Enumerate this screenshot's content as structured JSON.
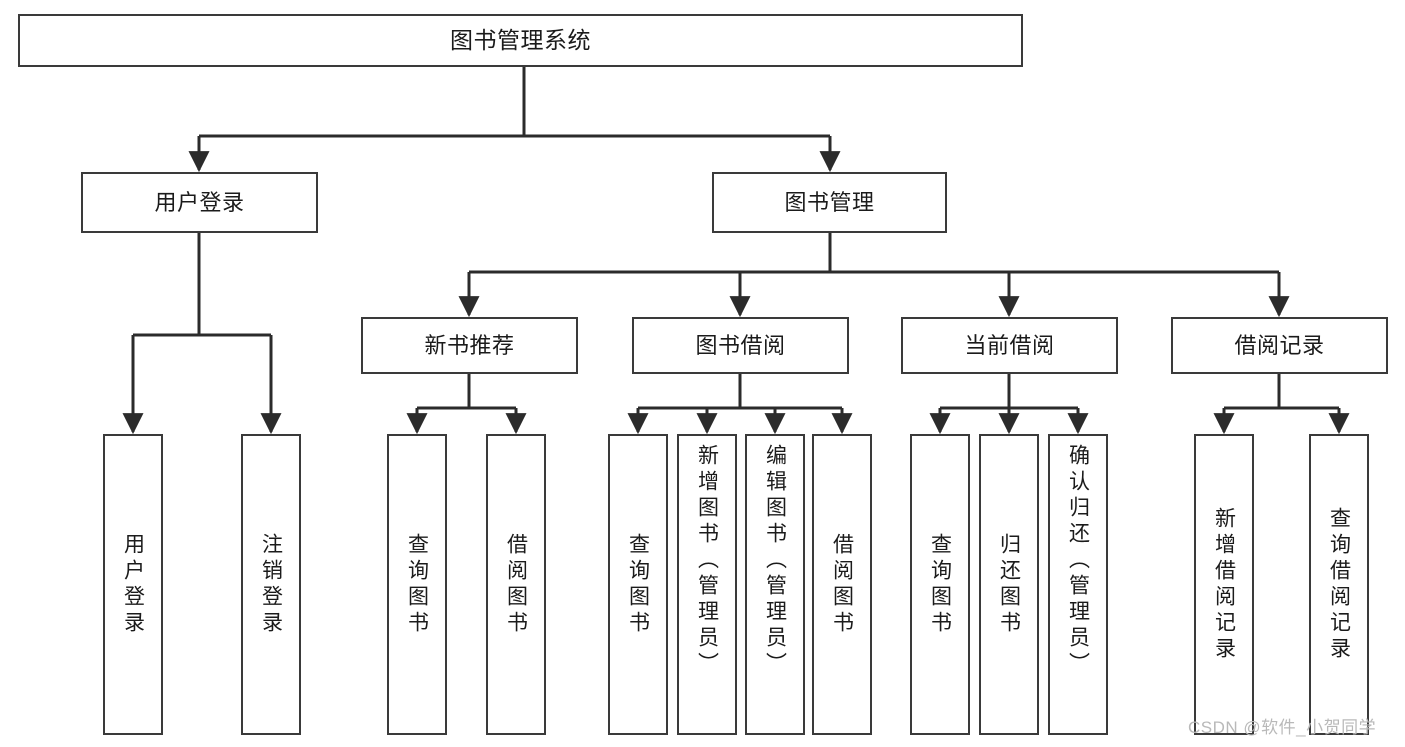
{
  "diagram": {
    "type": "tree",
    "title": "图书管理系统",
    "root": {
      "label": "图书管理系统"
    },
    "level2": [
      {
        "label": "用户登录"
      },
      {
        "label": "图书管理"
      }
    ],
    "level3": [
      {
        "label": "新书推荐"
      },
      {
        "label": "图书借阅"
      },
      {
        "label": "当前借阅"
      },
      {
        "label": "借阅记录"
      }
    ],
    "leaves_user_login": [
      {
        "label": "用户登录"
      },
      {
        "label": "注销登录"
      }
    ],
    "leaves_new_book": [
      {
        "label": "查询图书"
      },
      {
        "label": "借阅图书"
      }
    ],
    "leaves_borrow": [
      {
        "label": "查询图书"
      },
      {
        "label": "新增图书（管理员）"
      },
      {
        "label": "编辑图书（管理员）"
      },
      {
        "label": "借阅图书"
      }
    ],
    "leaves_current": [
      {
        "label": "查询图书"
      },
      {
        "label": "归还图书"
      },
      {
        "label": "确认归还（管理员）"
      }
    ],
    "leaves_records": [
      {
        "label": "新增借阅记录"
      },
      {
        "label": "查询借阅记录"
      }
    ]
  },
  "watermark": {
    "text": "CSDN @软件_小贺同学"
  },
  "colors": {
    "box_border": "#3a3a3a",
    "box_fill": "#ffffff",
    "connector": "#2b2b2b",
    "text": "#1b1b1b",
    "watermark": "#b9b9b9",
    "background": "#ffffff"
  }
}
